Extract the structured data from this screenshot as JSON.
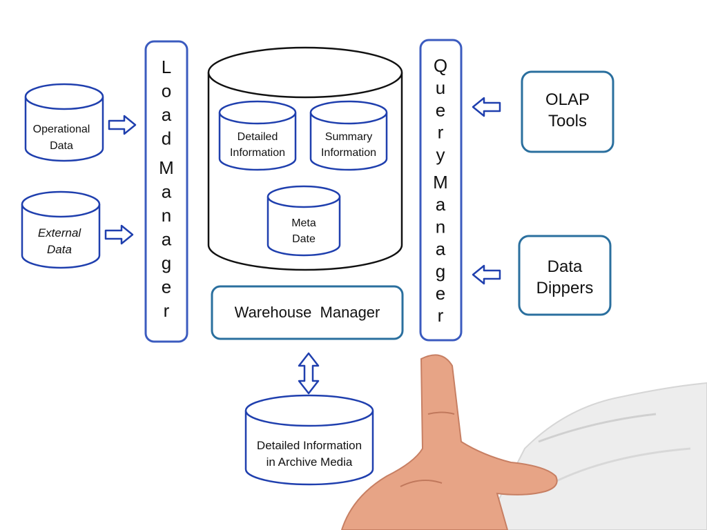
{
  "colors": {
    "blue": "#1f3fae",
    "teal": "#2a6f9e",
    "black": "#111111",
    "skin": "#e8a58a",
    "shirt": "#eeeeee"
  },
  "load_manager": {
    "letters": [
      "L",
      "o",
      "a",
      "d",
      "M",
      "a",
      "n",
      "a",
      "g",
      "e",
      "r"
    ]
  },
  "query_manager": {
    "letters": [
      "Q",
      "u",
      "e",
      "r",
      "y",
      "M",
      "a",
      "n",
      "a",
      "g",
      "e",
      "r"
    ]
  },
  "sources": {
    "operational": {
      "line1": "Operational",
      "line2": "Data"
    },
    "external": {
      "line1": "External",
      "line2": "Data"
    }
  },
  "warehouse": {
    "detailed": {
      "line1": "Detailed",
      "line2": "Information"
    },
    "summary": {
      "line1": "Summary",
      "line2": "Information"
    },
    "meta": {
      "line1": "Meta",
      "line2": "Date"
    }
  },
  "warehouse_manager": {
    "label": "Warehouse  Manager"
  },
  "archive": {
    "line1": "Detailed Information",
    "line2": "in Archive Media"
  },
  "tools": {
    "olap": {
      "line1": "OLAP",
      "line2": "Tools"
    },
    "dippers": {
      "line1": "Data",
      "line2": "Dippers"
    }
  },
  "edges": [
    {
      "from": "operational-data",
      "to": "load-manager"
    },
    {
      "from": "external-data",
      "to": "load-manager"
    },
    {
      "from": "olap-tools",
      "to": "query-manager"
    },
    {
      "from": "data-dippers",
      "to": "query-manager"
    },
    {
      "from": "warehouse-manager",
      "to": "archive-media",
      "bidirectional": true
    }
  ]
}
